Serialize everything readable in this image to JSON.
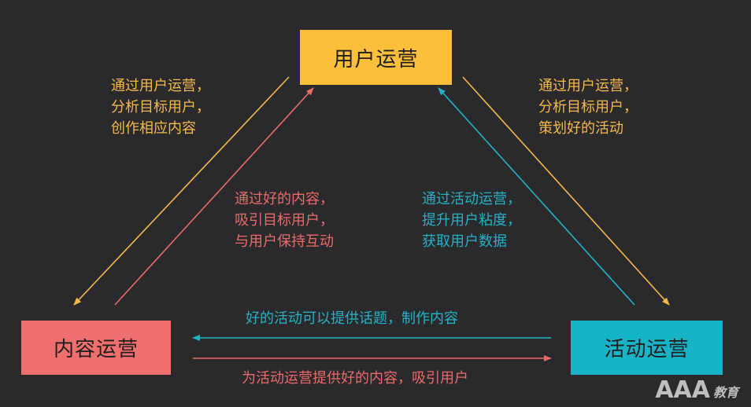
{
  "nodes": {
    "user_ops": {
      "label": "用户运营",
      "color": "#fbbf3c"
    },
    "content_ops": {
      "label": "内容运营",
      "color": "#ef6f6f"
    },
    "activity_ops": {
      "label": "活动运营",
      "color": "#17b3c7"
    }
  },
  "edges": {
    "user_to_content": {
      "text": "通过用户运营，\n分析目标用户，\n创作相应内容",
      "color": "#f5b84a"
    },
    "content_to_user": {
      "text": "通过好的内容，\n吸引目标用户，\n与用户保持互动",
      "color": "#ea6a6a"
    },
    "user_to_activity": {
      "text": "通过用户运营，\n分析目标用户，\n策划好的活动",
      "color": "#f5b84a"
    },
    "activity_to_user": {
      "text": "通过活动运营，\n提升用户粘度，\n获取用户数据",
      "color": "#22b2c4"
    },
    "activity_to_content": {
      "text": "好的活动可以提供话题，制作内容",
      "color": "#22b2c4"
    },
    "content_to_activity": {
      "text": "为活动运营提供好的内容，吸引用户",
      "color": "#ea6a6a"
    }
  },
  "watermark": {
    "main": "AAA",
    "sub": "教育"
  }
}
